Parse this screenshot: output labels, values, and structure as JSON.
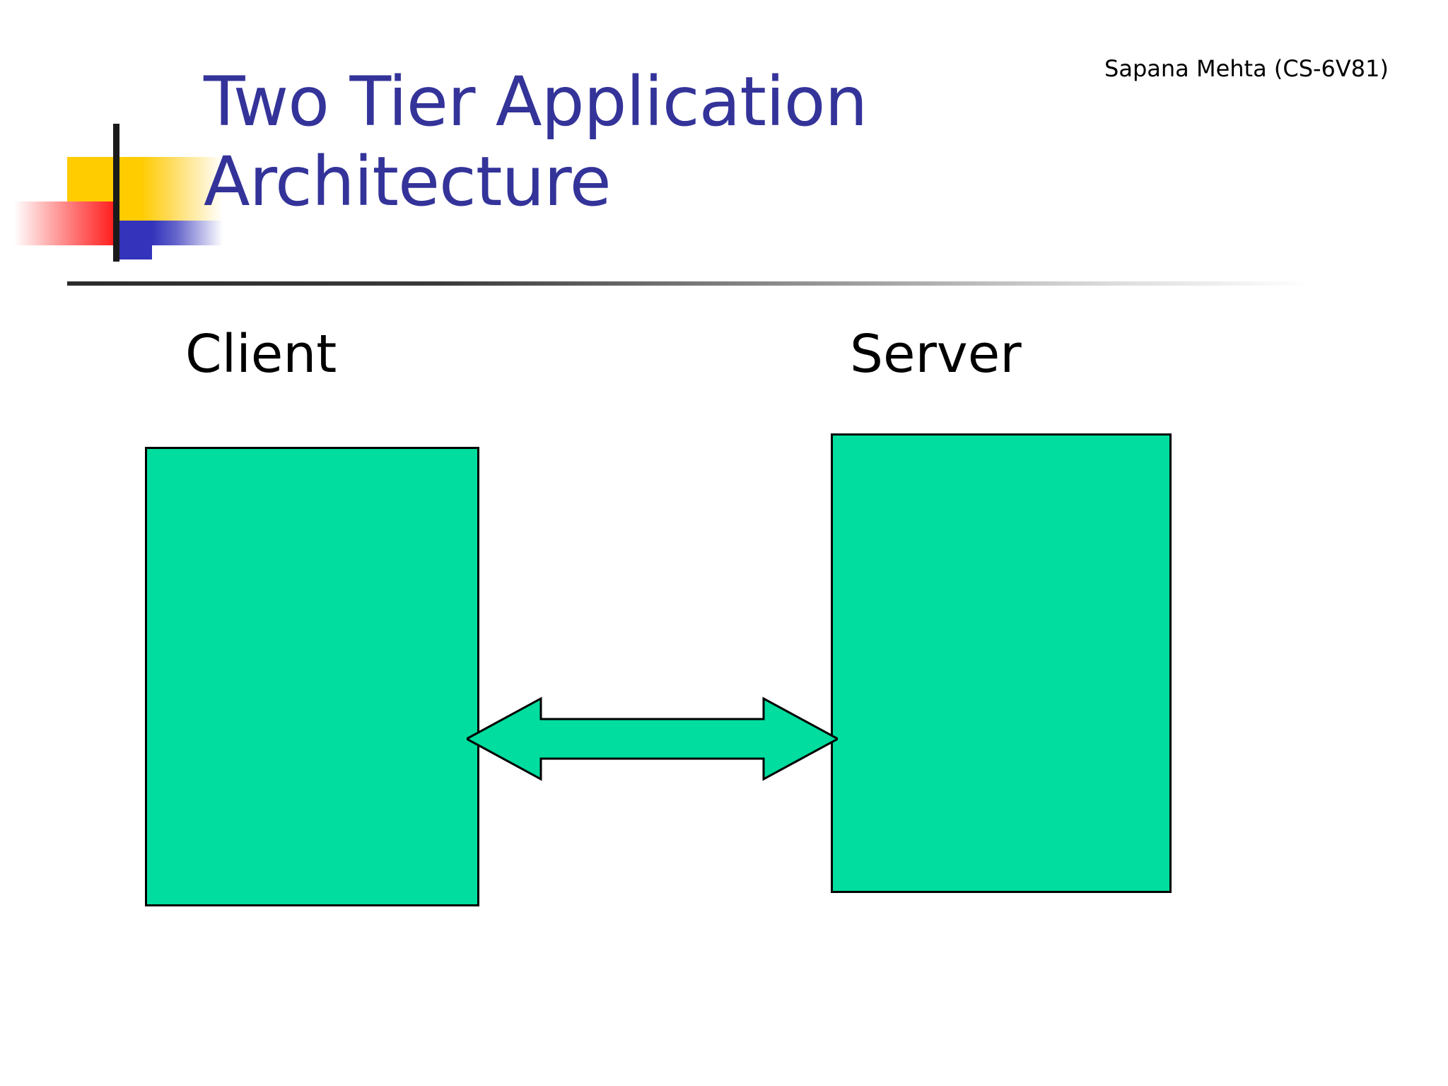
{
  "slide": {
    "title": "Two Tier Application\nArchitecture",
    "byline": "Sapana Mehta (CS-6V81)",
    "title_color": "#333399",
    "background_color": "#ffffff"
  },
  "diagram": {
    "type": "two-tier-architecture",
    "node_fill_color": "#00DD9E",
    "node_border_color": "#000000",
    "nodes": [
      {
        "id": "client",
        "label": "Client"
      },
      {
        "id": "server",
        "label": "Server"
      }
    ],
    "connectors": [
      {
        "id": "client-server-link",
        "style": "double-headed-arrow",
        "from": "client",
        "to": "server",
        "label": ""
      }
    ]
  },
  "decor": {
    "logo_name": "powerpoint-blocks-logo",
    "logo_colors": {
      "yellow": "#FFCC00",
      "red": "#FF2020",
      "blue": "#3333BB",
      "line": "#1a1a1a"
    },
    "divider_name": "title-divider"
  }
}
